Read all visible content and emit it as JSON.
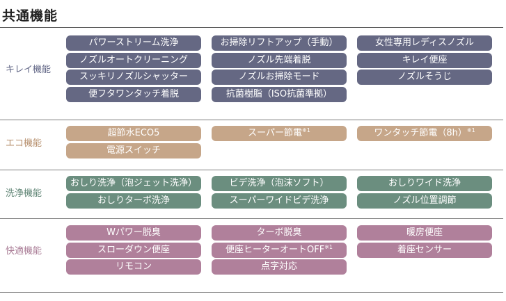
{
  "page_title": "共通機能",
  "sections": [
    {
      "label": "キレイ機能",
      "color": "#656883",
      "label_color": "#5f6484",
      "items": [
        {
          "text": "パワーストリーム洗浄",
          "note": ""
        },
        {
          "text": "お掃除リフトアップ（手動）",
          "note": ""
        },
        {
          "text": "女性専用レディスノズル",
          "note": ""
        },
        {
          "text": "ノズルオートクリーニング",
          "note": ""
        },
        {
          "text": "ノズル先端着脱",
          "note": ""
        },
        {
          "text": "キレイ便座",
          "note": ""
        },
        {
          "text": "スッキリノズルシャッター",
          "note": ""
        },
        {
          "text": "ノズルお掃除モード",
          "note": ""
        },
        {
          "text": "ノズルそうじ",
          "note": ""
        },
        {
          "text": "便フタワンタッチ着脱",
          "note": ""
        },
        {
          "text": "抗菌樹脂（ISO抗菌準拠）",
          "note": ""
        }
      ]
    },
    {
      "label": "エコ機能",
      "color": "#c6a689",
      "label_color": "#b58d6a",
      "items": [
        {
          "text": "超節水ECO5",
          "note": ""
        },
        {
          "text": "スーパー節電",
          "note": "※1"
        },
        {
          "text": "ワンタッチ節電（8h）",
          "note": "※1"
        },
        {
          "text": "電源スイッチ",
          "note": ""
        }
      ]
    },
    {
      "label": "洗浄機能",
      "color": "#6b8e7f",
      "label_color": "#5c8272",
      "items": [
        {
          "text": "おしり洗浄（泡ジェット洗浄）",
          "note": ""
        },
        {
          "text": "ビデ洗浄（泡沫ソフト）",
          "note": ""
        },
        {
          "text": "おしりワイド洗浄",
          "note": ""
        },
        {
          "text": "おしりターボ洗浄",
          "note": ""
        },
        {
          "text": "スーパーワイドビデ洗浄",
          "note": ""
        },
        {
          "text": "ノズル位置調節",
          "note": ""
        }
      ]
    },
    {
      "label": "快適機能",
      "color": "#b0809b",
      "label_color": "#a87a94",
      "items": [
        {
          "text": "Wパワー脱臭",
          "note": ""
        },
        {
          "text": "ターボ脱臭",
          "note": ""
        },
        {
          "text": "暖房便座",
          "note": ""
        },
        {
          "text": "スローダウン便座",
          "note": ""
        },
        {
          "text": "便座ヒーターオートOFF",
          "note": "※1"
        },
        {
          "text": "着座センサー",
          "note": ""
        },
        {
          "text": "リモコン",
          "note": ""
        },
        {
          "text": "点字対応",
          "note": ""
        }
      ]
    }
  ]
}
